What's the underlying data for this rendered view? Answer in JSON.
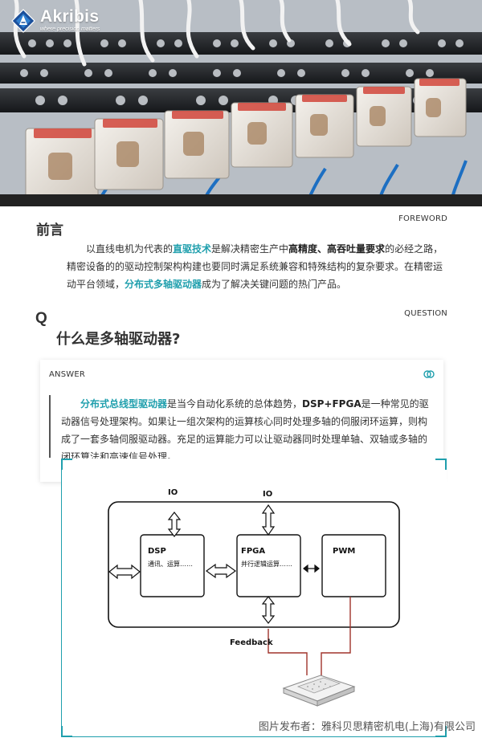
{
  "brand": {
    "name": "Akribis",
    "tagline": "where precision matters",
    "accent_color": "#1f9fad"
  },
  "foreword": {
    "title": "前言",
    "label": "FOREWORD",
    "p1": "以直线电机为代表的",
    "p1_hl": "直驱技术",
    "p2": "是解决精密生产中",
    "p2_b": "高精度、高吞吐量要求",
    "p3": "的必经之路，精密设备的的驱动控制架构构建也要同时满足系统兼容和特殊结构的复杂要求。在精密运动平台领域，",
    "p3_hl": "分布式多轴驱动器",
    "p4": "成为了解决关键问题的热门产品。"
  },
  "question": {
    "mark": "Q",
    "label": "QUESTION",
    "title": "什么是多轴驱动器?"
  },
  "answer": {
    "label": "ANSWER",
    "icon": "double-ring-icon",
    "hl": "分布式总线型驱动器",
    "t1": "是当今自动化系统的总体趋势，",
    "b": "DSP+FPGA",
    "t2": "是一种常见的驱动器信号处理架构。如果让一组次架构的运算核心同时处理多轴的伺服闭环运算，则构成了一套多轴伺服驱动器。充足的运算能力可以让驱动器同时处理单轴、双轴或多轴的闭环算法和高速信号处理。"
  },
  "diagram": {
    "io_left": "IO",
    "io_right": "IO",
    "dsp_title": "DSP",
    "dsp_sub": "通讯、运算……",
    "fpga_title": "FPGA",
    "fpga_sub": "并行逻辑运算……",
    "pwm_title": "PWM",
    "feedback": "Feedback",
    "feedback_line_color": "#a0332b"
  },
  "credit": "图片发布者：雅科贝思精密机电(上海)有限公司"
}
